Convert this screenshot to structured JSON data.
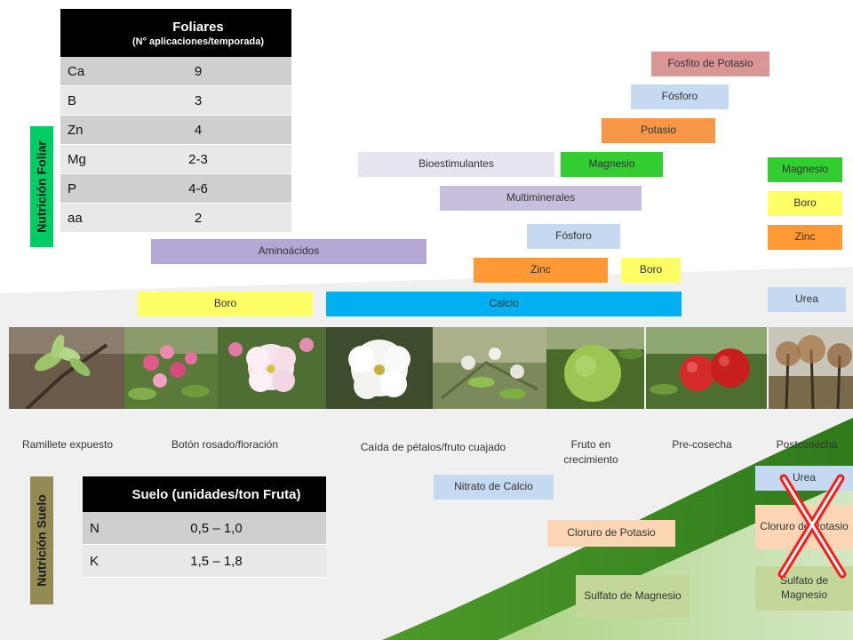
{
  "colors": {
    "boro": "#ffff66",
    "calcio": "#00b0f0",
    "zinc": "#ff9933",
    "fosforo": "#c5d9f1",
    "purple": "#b4a7d6",
    "magnesio": "#33cc33",
    "potasio": "#f79646",
    "fosfito": "#da9694",
    "urea": "#c5d9f1",
    "light_purple": "#e8e4f0",
    "cloruro": "#fcd5b4",
    "sulfato": "#c4d79b",
    "foliar_label": "#00cc66",
    "suelo_label": "#948a54",
    "cross": "#ff0000"
  },
  "labels": {
    "foliar": "Nutrición Foliar",
    "suelo": "Nutrición Suelo"
  },
  "foliar_table": {
    "header": "Foliares",
    "subheader": "(N° aplicaciones/temporada)",
    "rows": [
      {
        "nutrient": "Ca",
        "value": "9"
      },
      {
        "nutrient": "B",
        "value": "3"
      },
      {
        "nutrient": "Zn",
        "value": "4"
      },
      {
        "nutrient": "Mg",
        "value": "2-3"
      },
      {
        "nutrient": "P",
        "value": "4-6"
      },
      {
        "nutrient": "aa",
        "value": "2"
      }
    ]
  },
  "soil_table": {
    "header": "Suelo (unidades/ton Fruta)",
    "rows": [
      {
        "nutrient": "N",
        "value": "0,5 – 1,0"
      },
      {
        "nutrient": "K",
        "value": "1,5 – 1,8"
      }
    ]
  },
  "foliar_bars": {
    "fosfito_potasio": "Fosfito de Potasio",
    "fosforo_top": "Fósforo",
    "potasio": "Potasio",
    "bioestimulantes": "Bioestimulantes",
    "magnesio_mid": "Magnesio",
    "magnesio_post": "Magnesio",
    "multiminerales": "Multiminerales",
    "boro_post": "Boro",
    "aminoacidos": "Aminoácidos",
    "fosforo_mid": "Fósforo",
    "zinc_post": "Zinc",
    "zinc_mid": "Zinc",
    "boro_mid": "Boro",
    "urea_post": "Urea",
    "boro_early": "Boro",
    "calcio": "Calcio"
  },
  "stages": [
    "Ramillete expuesto",
    "Botón rosado/floración",
    "Caída de pétalos/fruto cuajado",
    "Fruto en crecimiento",
    "Pre-cosecha",
    "Postcosecha"
  ],
  "soil_bars": {
    "urea_post": "Urea",
    "nitrato_calcio": "Nitrato de Calcio",
    "cloruro_post": "Cloruro de Potasio",
    "cloruro_mid": "Cloruro de Potasio",
    "sulfato_mid": "Sulfato de Magnesio",
    "sulfato_post": "Sulfato de Magnesio"
  }
}
